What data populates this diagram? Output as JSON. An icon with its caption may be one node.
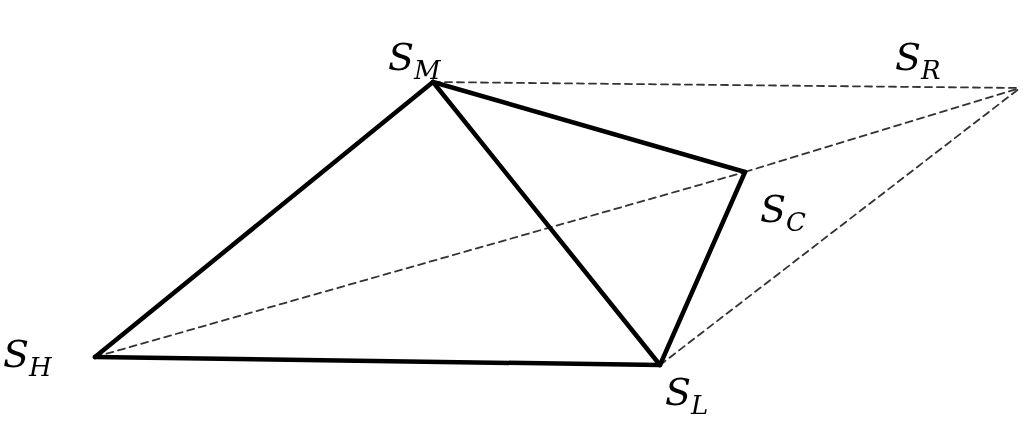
{
  "diagram": {
    "nodes": [
      {
        "text": [
          "S$_{M}$"
        ]
      },
      {
        "text": [
          "S$_{R}$"
        ]
      },
      {
        "text": [
          "S$_{C}$"
        ]
      },
      {
        "text": [
          "S$_{H}$"
        ]
      },
      {
        "text": [
          "S$_{L}$"
        ]
      }
    ],
    "edges": [
      {
        "from": 0,
        "to": 3,
        "arrow": "none"
      },
      {
        "from": 0,
        "to": 4,
        "arrow": "none"
      },
      {
        "from": 0,
        "to": 2,
        "arrow": "none"
      },
      {
        "from": 2,
        "to": 4,
        "arrow": "none"
      },
      {
        "from": 3,
        "to": 4,
        "arrow": "none"
      },
      {
        "from": 0,
        "to": 1,
        "arrow": "none",
        "style": "dashed"
      },
      {
        "from": 2,
        "to": 1,
        "arrow": "none",
        "style": "dashed"
      },
      {
        "from": 3,
        "to": 2,
        "arrow": "none",
        "style": "dashed"
      },
      {
        "from": 4,
        "to": 1,
        "arrow": "none",
        "style": "dashed"
      }
    ]
  }
}
